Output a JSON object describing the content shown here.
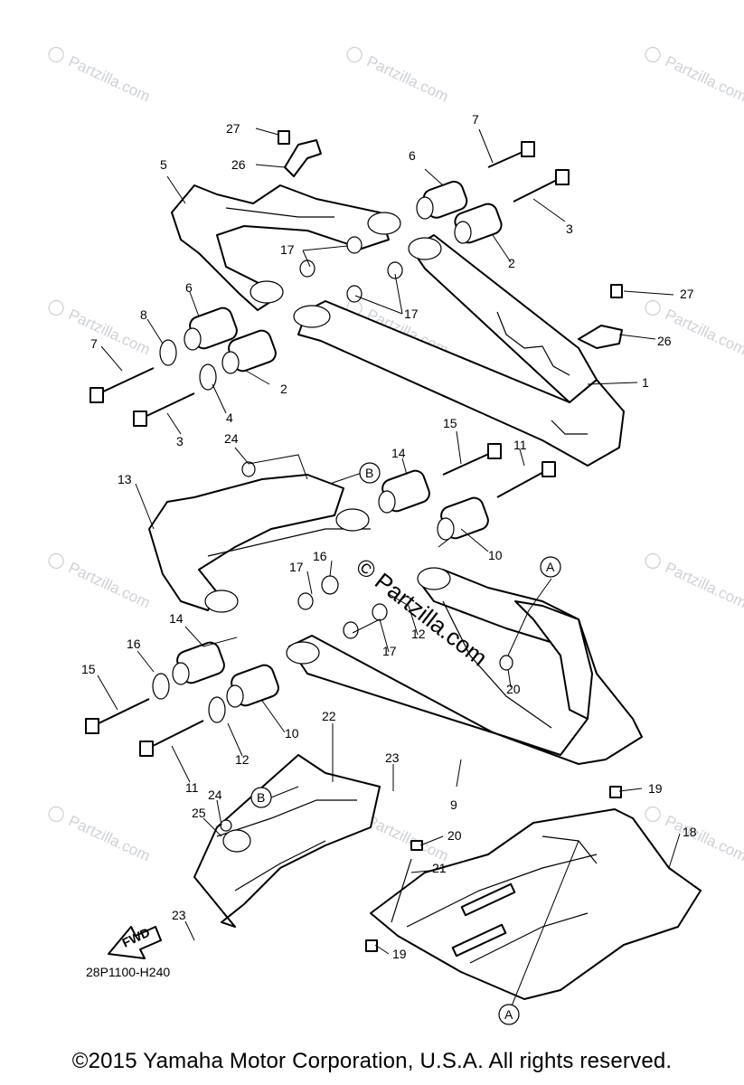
{
  "diagram": {
    "code": "28P1100-H240",
    "fwd_label": "FWD",
    "center_watermark": "© Partzilla.com",
    "watermark_text": "Partzilla.com",
    "watermark_copy": "©"
  },
  "callouts": {
    "c1": "1",
    "c2": "2",
    "c2b": "2",
    "c3": "3",
    "c3b": "3",
    "c4": "4",
    "c5": "5",
    "c6": "6",
    "c6b": "6",
    "c7": "7",
    "c7b": "7",
    "c8": "8",
    "c9": "9",
    "c10": "10",
    "c10b": "10",
    "c11": "11",
    "c11b": "11",
    "c12": "12",
    "c12b": "12",
    "c13": "13",
    "c14": "14",
    "c14b": "14",
    "c15": "15",
    "c15b": "15",
    "c16": "16",
    "c16b": "16",
    "c17a": "17",
    "c17b": "17",
    "c17c": "17",
    "c17d": "17",
    "c18": "18",
    "c19": "19",
    "c19b": "19",
    "c20": "20",
    "c20b": "20",
    "c21": "21",
    "c22": "22",
    "c23": "23",
    "c23b": "23",
    "c24": "24",
    "c24b": "24",
    "c25": "25",
    "c26": "26",
    "c26b": "26",
    "c27": "27",
    "c27b": "27",
    "refA1": "A",
    "refA2": "A",
    "refB1": "B",
    "refB2": "B"
  },
  "footer": {
    "copyright": "©2015  Yamaha Motor Corporation, U.S.A. All rights reserved."
  }
}
